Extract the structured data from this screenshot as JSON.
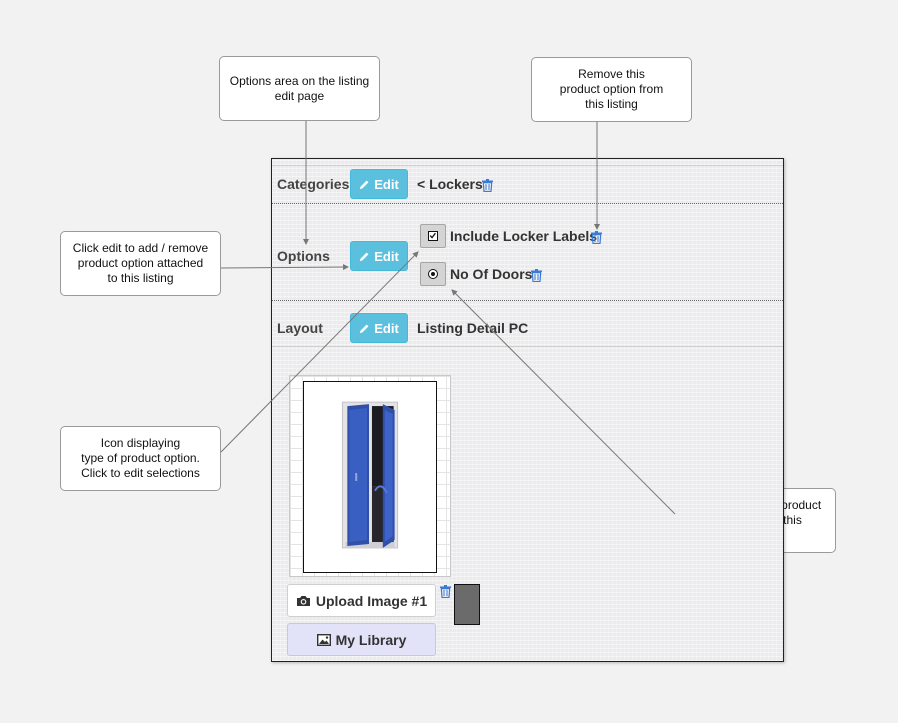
{
  "callouts": {
    "options_area": "Options area on the listing\nedit page",
    "remove_option": "Remove this\nproduct option from\nthis listing",
    "click_edit": "Click edit to add / remove\nproduct option attached\nto this listing",
    "icon_display": "Icon displaying\ntype of product option.\nClick to edit selections",
    "quick_edit": "Quick edit link of product\nselections for this\noption"
  },
  "panel": {
    "categories": {
      "label": "Categories",
      "edit_label": "Edit",
      "value": "< Lockers"
    },
    "options": {
      "label": "Options",
      "edit_label": "Edit",
      "items": [
        {
          "name": "Include Locker Labels",
          "type": "checkbox"
        },
        {
          "name": "No Of Doors",
          "type": "radio"
        }
      ]
    },
    "layout": {
      "label": "Layout",
      "edit_label": "Edit",
      "value": "Listing Detail PC"
    },
    "images": {
      "upload_label": "Upload Image #1",
      "library_label": "My Library"
    }
  },
  "colors": {
    "edit_button": "#5bc0de",
    "trash_icon": "#3a7bd5",
    "library_button": "#e2e2f8",
    "locker_door": "#2f4fa8"
  }
}
